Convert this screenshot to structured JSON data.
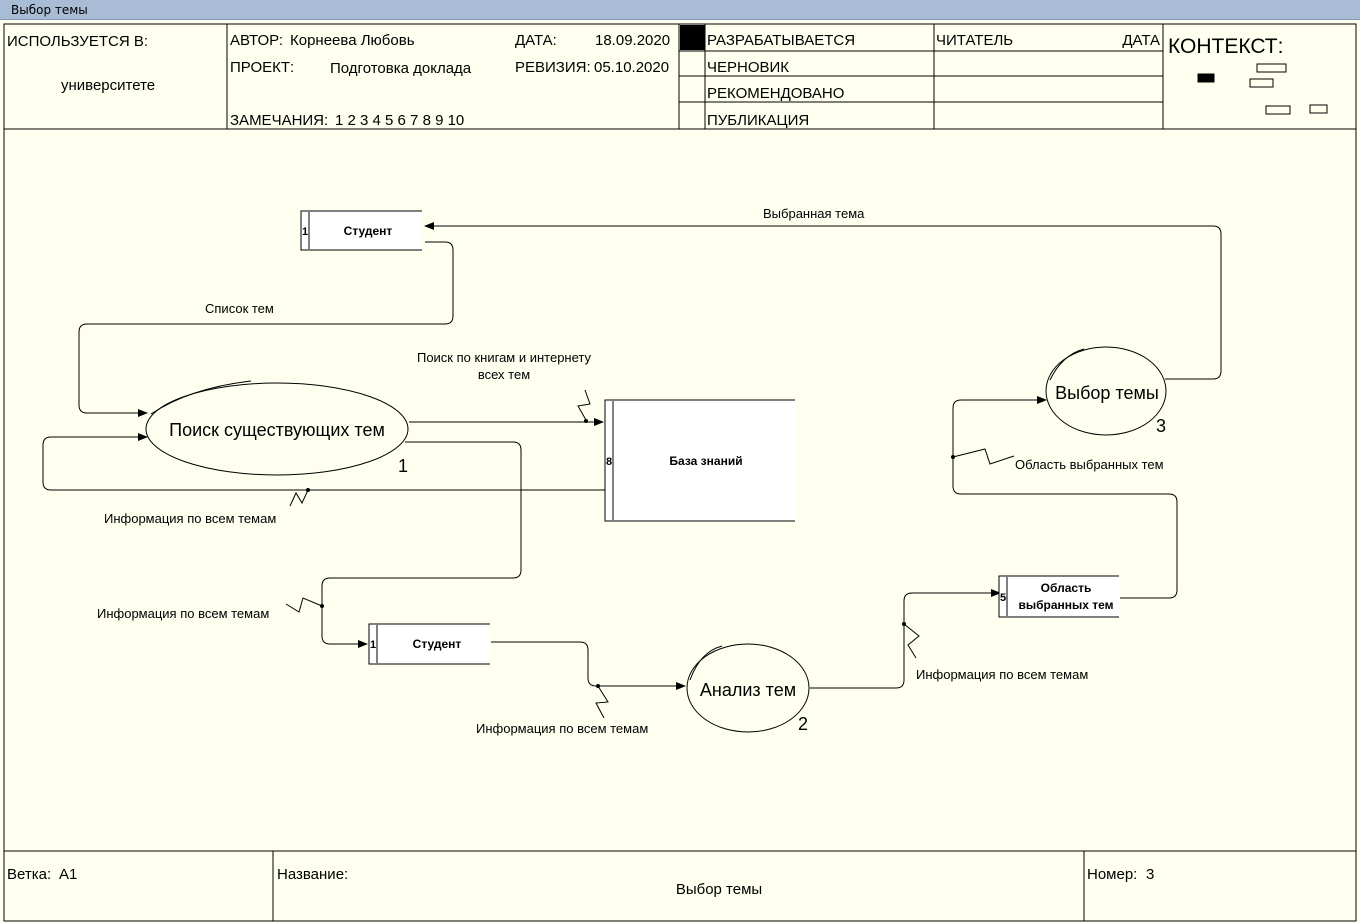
{
  "window": {
    "title": "Выбор темы"
  },
  "header": {
    "used_at_label": "ИСПОЛЬЗУЕТСЯ В:",
    "used_at_value": "университете",
    "author_label": "АВТОР:",
    "author_value": "Корнеева Любовь",
    "project_label": "ПРОЕКТ:",
    "project_value": "Подготовка доклада",
    "notes_label": "ЗАМЕЧАНИЯ:",
    "notes_value": "1 2 3 4 5 6 7 8 9 10",
    "date_label": "ДАТА:",
    "date_value": "18.09.2020",
    "revision_label": "РЕВИЗИЯ:",
    "revision_value": "05.10.2020",
    "status_items": [
      "РАЗРАБАТЫВАЕТСЯ",
      "ЧЕРНОВИК",
      "РЕКОМЕНДОВАНО",
      "ПУБЛИКАЦИЯ"
    ],
    "reader_label": "ЧИТАТЕЛЬ",
    "reader_date_label": "ДАТА",
    "context_label": "КОНТЕКСТ:"
  },
  "diagram": {
    "processes": {
      "search": {
        "label": "Поиск существующих тем",
        "number": "1"
      },
      "analysis": {
        "label": "Анализ тем",
        "number": "2"
      },
      "choice": {
        "label": "Выбор темы",
        "number": "3"
      }
    },
    "entities": {
      "student_top": {
        "label": "Студент",
        "number": "1"
      },
      "student_bottom": {
        "label": "Студент",
        "number": "1"
      }
    },
    "stores": {
      "knowledge_base": {
        "label": "База знаний",
        "number": "8"
      },
      "chosen_area": {
        "label_line1": "Область",
        "label_line2": "выбранных тем",
        "number": "5"
      }
    },
    "flows": {
      "chosen_topic": "Выбранная тема",
      "topic_list": "Список тем",
      "search_books_line1": "Поиск по книгам и интернету",
      "search_books_line2": "всех тем",
      "info_all_1": "Информация по всем темам",
      "info_all_2": "Информация по всем темам",
      "info_all_3": "Информация по всем темам",
      "info_all_4": "Информация по всем темам",
      "chosen_area_flow": "Область выбранных тем"
    }
  },
  "footer": {
    "branch_label": "Ветка:",
    "branch_value": "A1",
    "name_label": "Название:",
    "name_value": "Выбор темы",
    "number_label": "Номер:",
    "number_value": "3"
  },
  "colors": {
    "background": "#fffff0",
    "titlebar": "#a9bcd6",
    "line": "#000000",
    "box_fill": "#ffffff"
  }
}
